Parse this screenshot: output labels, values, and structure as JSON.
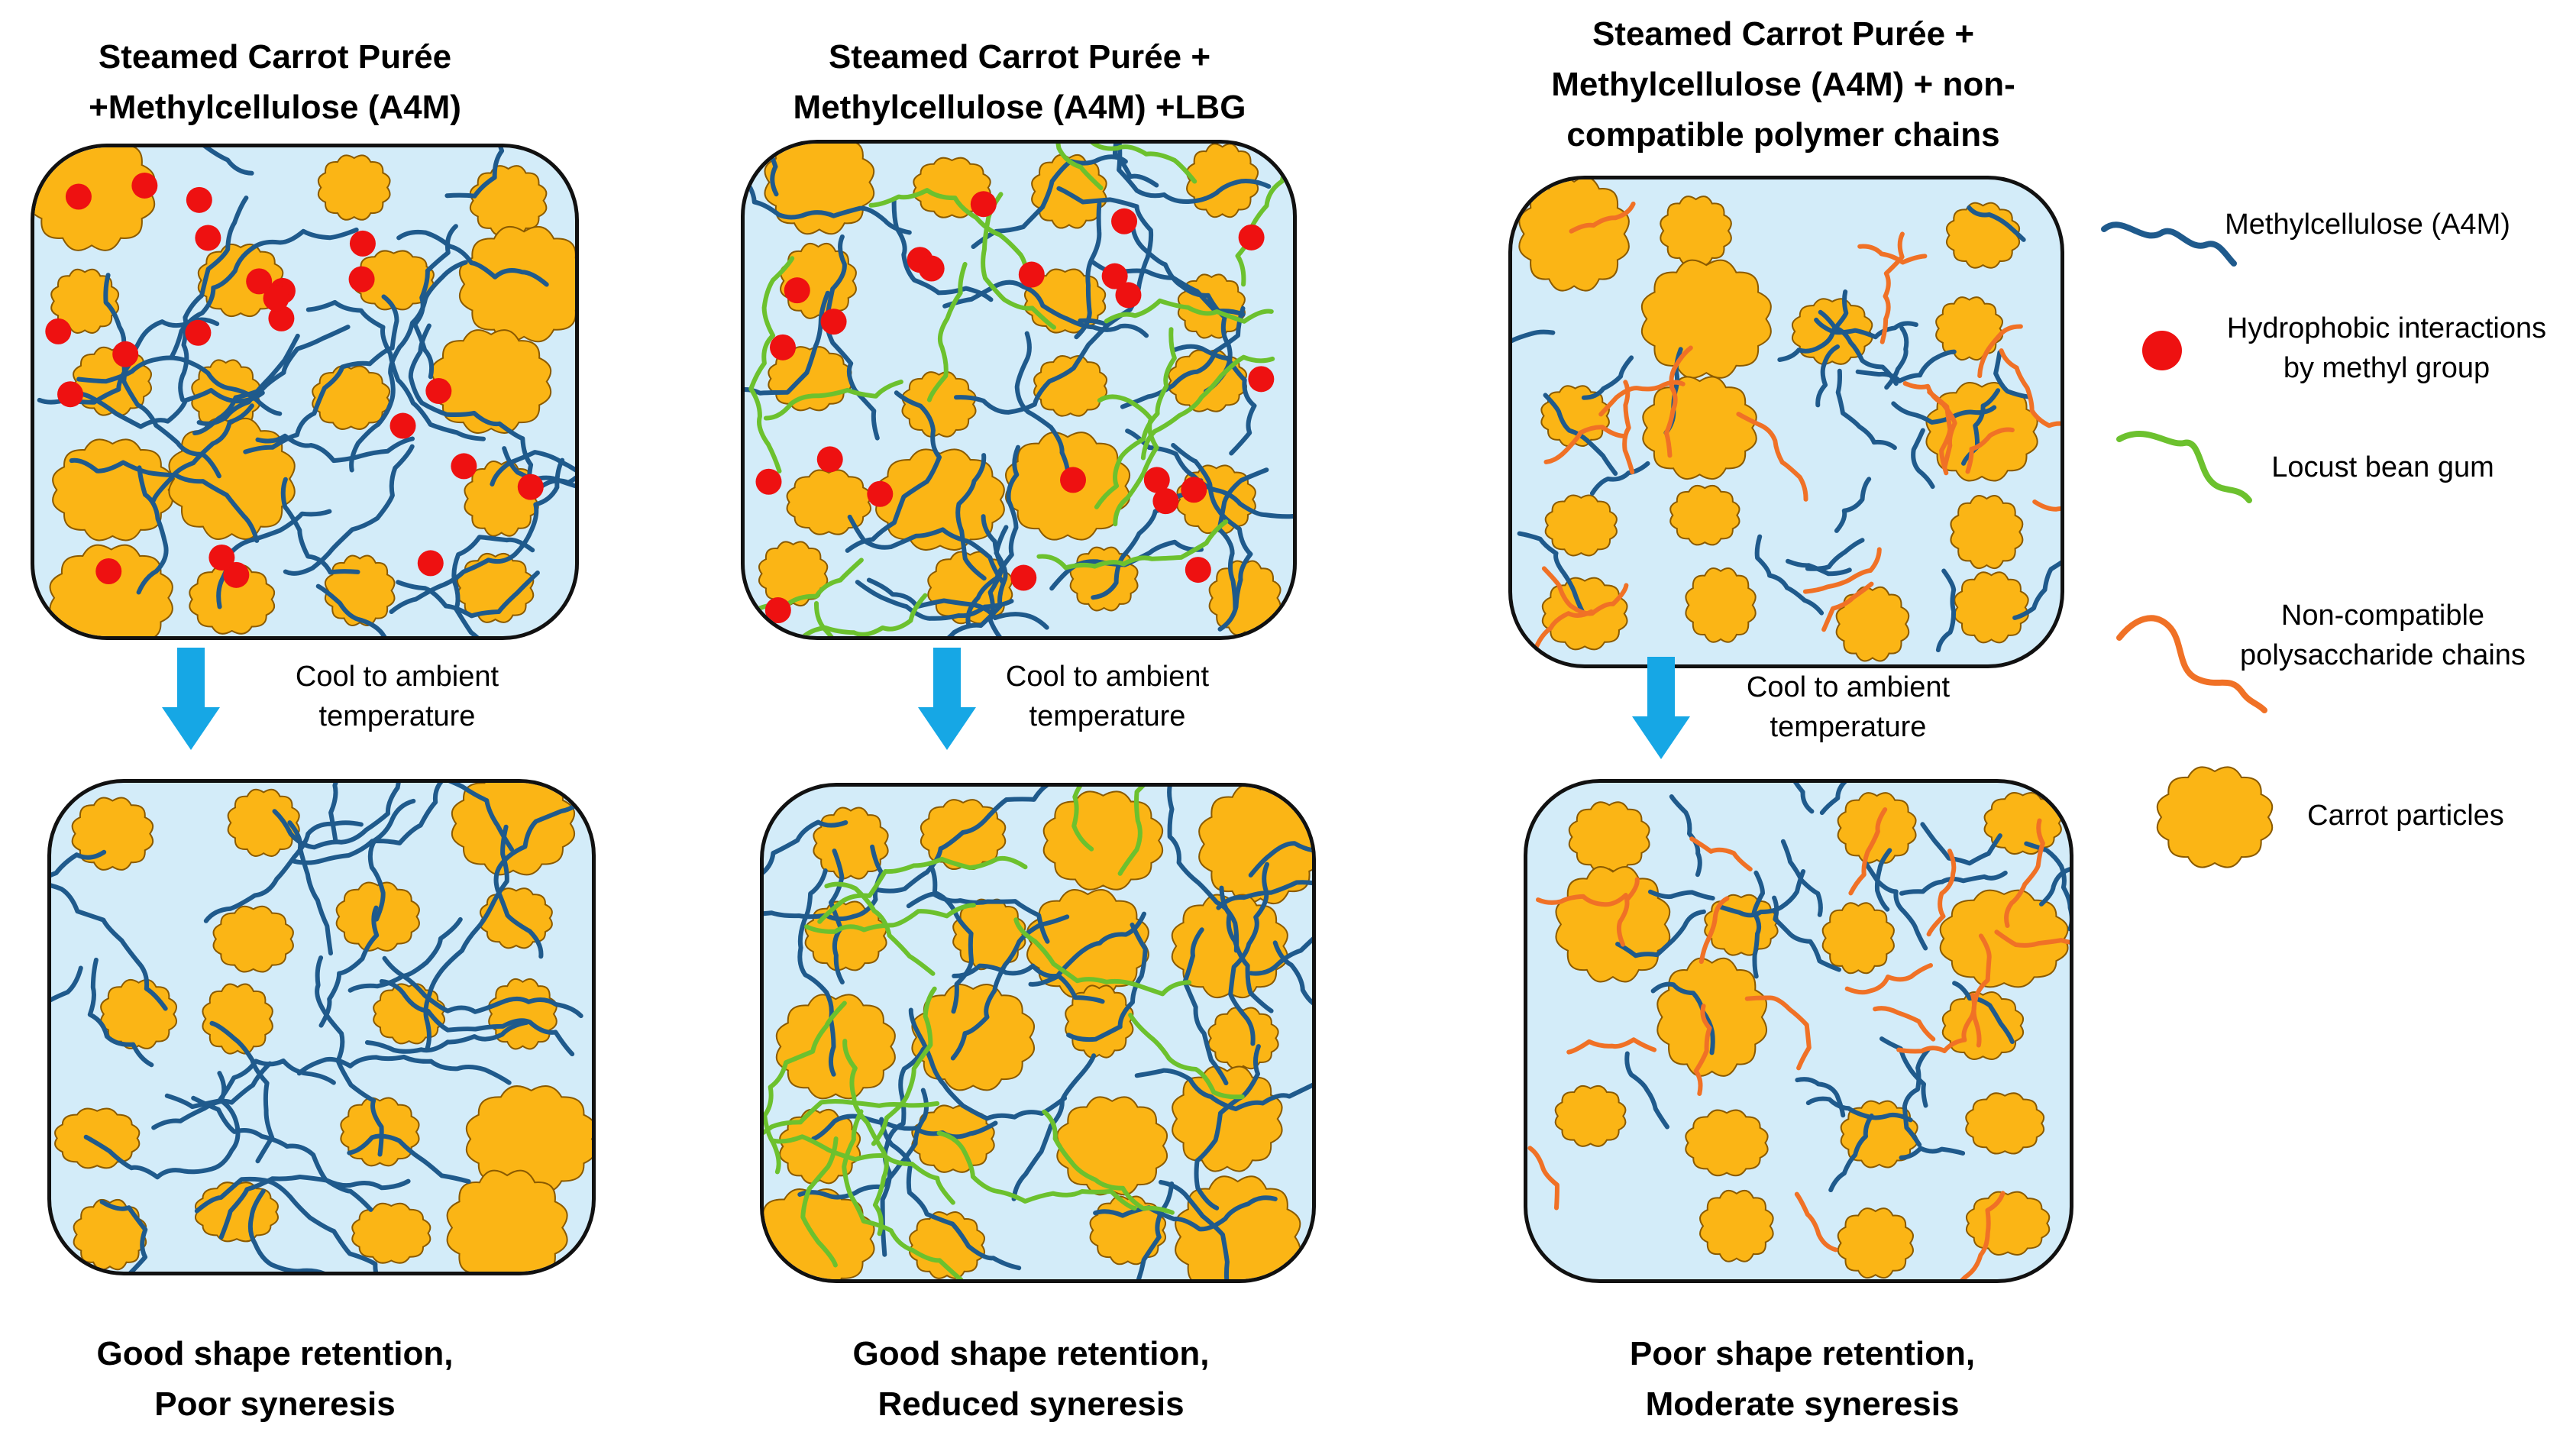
{
  "panels": [
    {
      "title_lines": [
        "Steamed Carrot Purée",
        "+Methylcellulose (A4M)"
      ],
      "cool_lines": [
        "Cool to ambient",
        "temperature"
      ],
      "result_lines": [
        "Good shape retention,",
        "Poor syneresis"
      ],
      "has_lbg": false,
      "has_noncompat": false,
      "has_dots": true
    },
    {
      "title_lines": [
        "Steamed Carrot Purée +",
        "Methylcellulose (A4M) +LBG"
      ],
      "cool_lines": [
        "Cool to ambient",
        "temperature"
      ],
      "result_lines": [
        "Good shape retention,",
        "Reduced syneresis"
      ],
      "has_lbg": true,
      "has_noncompat": false,
      "has_dots": true
    },
    {
      "title_lines": [
        "Steamed Carrot Purée +",
        "Methylcellulose (A4M) + non-",
        "compatible polymer chains"
      ],
      "cool_lines": [
        "Cool to ambient",
        "temperature"
      ],
      "result_lines": [
        "Poor shape retention,",
        "Moderate syneresis"
      ],
      "has_lbg": false,
      "has_noncompat": true,
      "has_dots": false
    }
  ],
  "legend": [
    {
      "symbol": "methylcellulose-chain",
      "lines": [
        "Methylcellulose (A4M)"
      ]
    },
    {
      "symbol": "hydrophobic-dot",
      "lines": [
        "Hydrophobic interactions",
        "by methyl group"
      ]
    },
    {
      "symbol": "lbg-chain",
      "lines": [
        "Locust bean gum"
      ]
    },
    {
      "symbol": "noncompat-chain",
      "lines": [
        "Non-compatible",
        "polysaccharide chains"
      ]
    },
    {
      "symbol": "carrot-particle",
      "lines": [
        "Carrot particles"
      ]
    }
  ],
  "colors": {
    "methylcellulose": "#1f5a8c",
    "hydrophobic_dot": "#ee1111",
    "lbg": "#6cc12e",
    "noncompat": "#f07126",
    "carrot": "#fbb515",
    "carrot_outline": "#8a5a00",
    "gel_background": "#d3ecf9",
    "arrow": "#16a7e5"
  }
}
